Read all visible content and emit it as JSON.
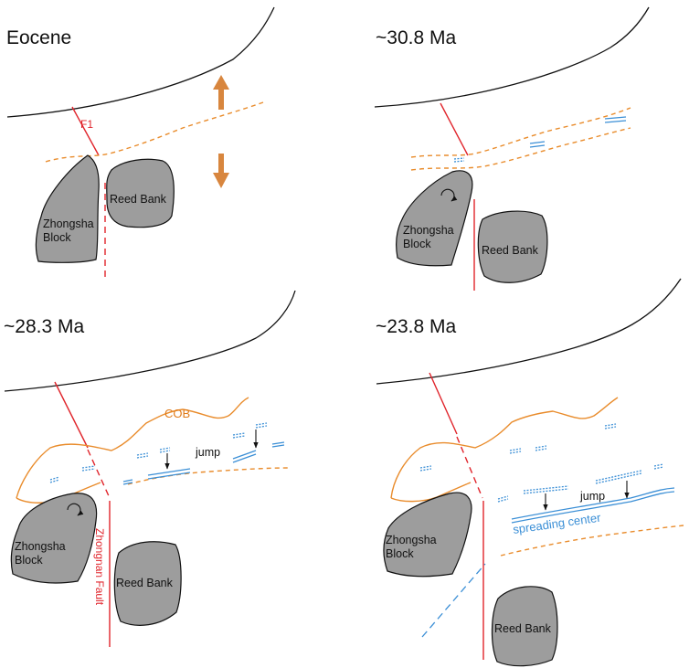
{
  "panels": [
    {
      "title": "Eocene",
      "fault_label": "F1",
      "block_a": [
        "Zhongsha",
        "Block"
      ],
      "block_b": "Reed Bank"
    },
    {
      "title": "~30.8 Ma",
      "block_a": [
        "Zhongsha",
        "Block"
      ],
      "block_b": "Reed Bank"
    },
    {
      "title": "~28.3 Ma",
      "cob_label": "COB",
      "jump_label": "jump",
      "fault_label": "Zhongnan Fault",
      "block_a": [
        "Zhongsha",
        "Block"
      ],
      "block_b": "Reed Bank"
    },
    {
      "title": "~23.8 Ma",
      "jump_label": "jump",
      "spreading_label": "spreading center",
      "block_a": [
        "Zhongsha",
        "Block"
      ],
      "block_b": "Reed Bank"
    }
  ],
  "colors": {
    "coastline": "#111111",
    "fault": "#e0242b",
    "cob": "#e98c2c",
    "ridge": "#3b8fd6",
    "block_fill": "#9d9d9d",
    "extension_arrows": "#d8863e"
  },
  "icons": [
    "extension-arrow-icon",
    "rotation-arrow-icon",
    "jump-arrow-icon"
  ]
}
